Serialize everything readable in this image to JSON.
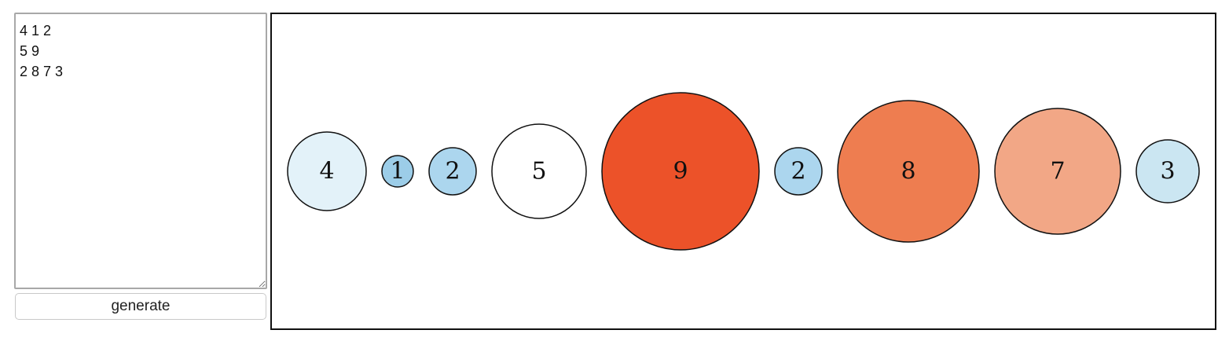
{
  "editor": {
    "text": "4 1 2\n5 9\n2 8 7 3"
  },
  "generate_button": {
    "label": "generate"
  },
  "bubbles": [
    {
      "label": "4",
      "value": 4,
      "color": "#e3f2f9"
    },
    {
      "label": "1",
      "value": 1,
      "color": "#9ccde8"
    },
    {
      "label": "2",
      "value": 2,
      "color": "#acd6ee"
    },
    {
      "label": "5",
      "value": 5,
      "color": "#ffffff"
    },
    {
      "label": "9",
      "value": 9,
      "color": "#ec5229"
    },
    {
      "label": "2",
      "value": 2,
      "color": "#acd6ee"
    },
    {
      "label": "8",
      "value": 8,
      "color": "#ee7d50"
    },
    {
      "label": "7",
      "value": 7,
      "color": "#f2a786"
    },
    {
      "label": "3",
      "value": 3,
      "color": "#cbe6f2"
    }
  ]
}
